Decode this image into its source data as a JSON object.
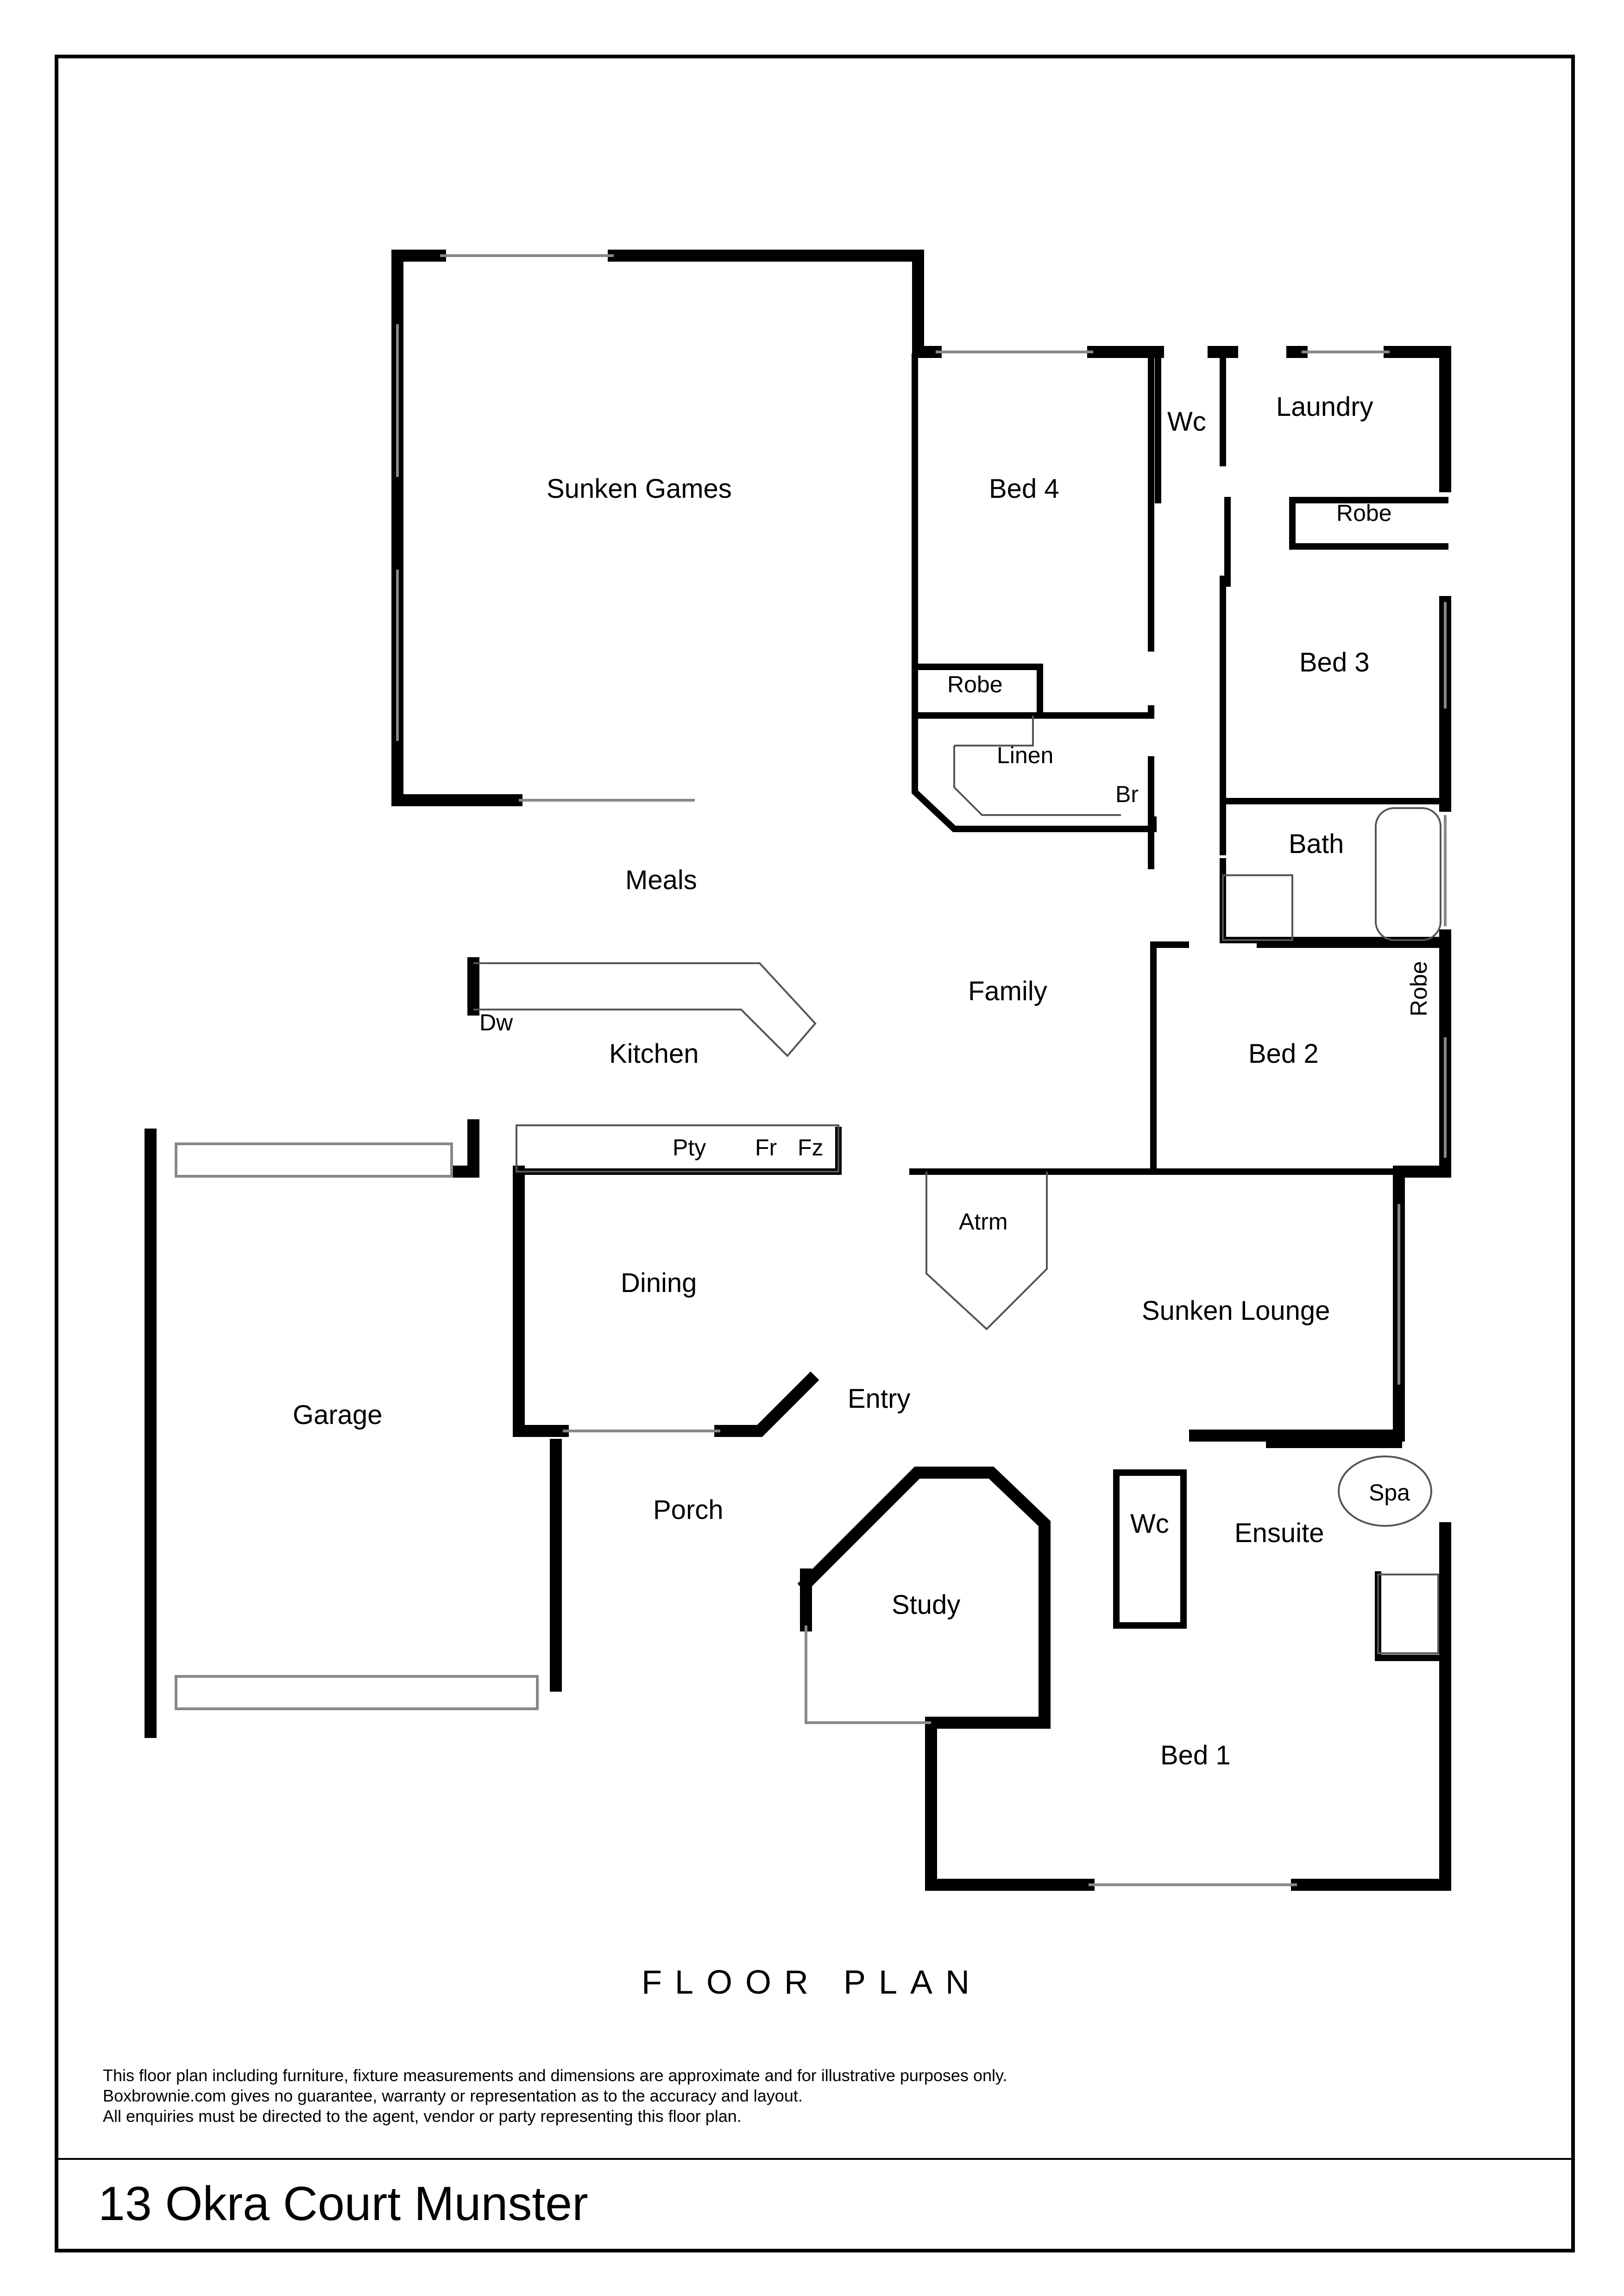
{
  "plan": {
    "rooms": [
      {
        "id": "sunken-games",
        "label": "Sunken Games"
      },
      {
        "id": "bed-4",
        "label": "Bed 4"
      },
      {
        "id": "wc-upper",
        "label": "Wc"
      },
      {
        "id": "laundry",
        "label": "Laundry"
      },
      {
        "id": "robe-bed3",
        "label": "Robe"
      },
      {
        "id": "bed-3",
        "label": "Bed 3"
      },
      {
        "id": "robe-bed4",
        "label": "Robe"
      },
      {
        "id": "linen",
        "label": "Linen"
      },
      {
        "id": "br",
        "label": "Br"
      },
      {
        "id": "bath",
        "label": "Bath"
      },
      {
        "id": "meals",
        "label": "Meals"
      },
      {
        "id": "family",
        "label": "Family"
      },
      {
        "id": "robe-bed2",
        "label": "Robe"
      },
      {
        "id": "bed-2",
        "label": "Bed 2"
      },
      {
        "id": "dw",
        "label": "Dw"
      },
      {
        "id": "kitchen",
        "label": "Kitchen"
      },
      {
        "id": "pty",
        "label": "Pty"
      },
      {
        "id": "fr",
        "label": "Fr"
      },
      {
        "id": "fz",
        "label": "Fz"
      },
      {
        "id": "atrm",
        "label": "Atrm"
      },
      {
        "id": "dining",
        "label": "Dining"
      },
      {
        "id": "sunken-lounge",
        "label": "Sunken Lounge"
      },
      {
        "id": "garage",
        "label": "Garage"
      },
      {
        "id": "entry",
        "label": "Entry"
      },
      {
        "id": "porch",
        "label": "Porch"
      },
      {
        "id": "spa",
        "label": "Spa"
      },
      {
        "id": "wc-ensuite",
        "label": "Wc"
      },
      {
        "id": "ensuite",
        "label": "Ensuite"
      },
      {
        "id": "study",
        "label": "Study"
      },
      {
        "id": "bed-1",
        "label": "Bed 1"
      }
    ]
  },
  "caption": "FLOOR PLAN",
  "disclaimer": [
    "This floor plan including furniture, fixture measurements and dimensions are approximate and for illustrative purposes only.",
    "Boxbrownie.com gives no guarantee, warranty or representation as to the accuracy and layout.",
    "All enquiries must be directed to the agent, vendor or party representing this floor plan."
  ],
  "address": "13 Okra Court Munster",
  "colors": {
    "wall": "#000000",
    "window": "#888888",
    "background": "#ffffff"
  }
}
